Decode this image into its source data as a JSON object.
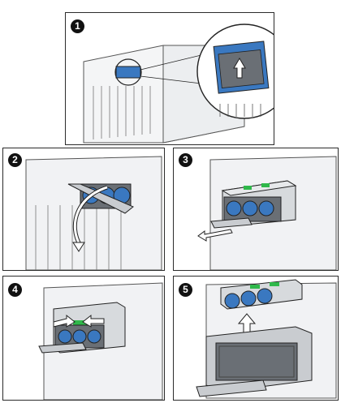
{
  "steps": [
    {
      "number": "1"
    },
    {
      "number": "2"
    },
    {
      "number": "3"
    },
    {
      "number": "4"
    },
    {
      "number": "5"
    }
  ],
  "colors": {
    "fan_blue": "#3a78c0",
    "latch_green": "#2fb84a",
    "chassis_gray": "#c9ccd0",
    "outline": "#2b2b2b"
  }
}
